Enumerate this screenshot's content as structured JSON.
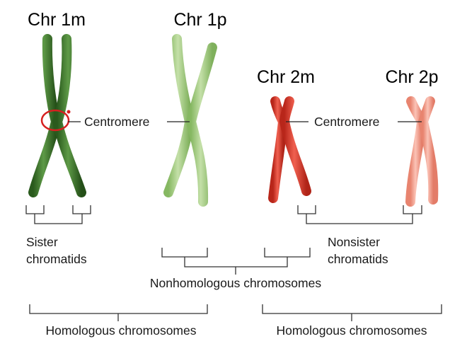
{
  "chromosomes": [
    {
      "title": "Chr 1m",
      "color": "#3f7a2e"
    },
    {
      "title": "Chr 1p",
      "color": "#9cc979"
    },
    {
      "title": "Chr 2m",
      "color": "#d8382a"
    },
    {
      "title": "Chr 2p",
      "color": "#f3a090"
    }
  ],
  "labels": {
    "centromere_1": "Centromere",
    "centromere_2": "Centromere",
    "sister_chromatids_line1": "Sister",
    "sister_chromatids_line2": "chromatids",
    "nonsister_chromatids_line1": "Nonsister",
    "nonsister_chromatids_line2": "chromatids",
    "nonhomologous": "Nonhomologous chromosomes",
    "homologous_1": "Homologous chromosomes",
    "homologous_2": "Homologous chromosomes"
  },
  "annotation_color": "#d62020"
}
